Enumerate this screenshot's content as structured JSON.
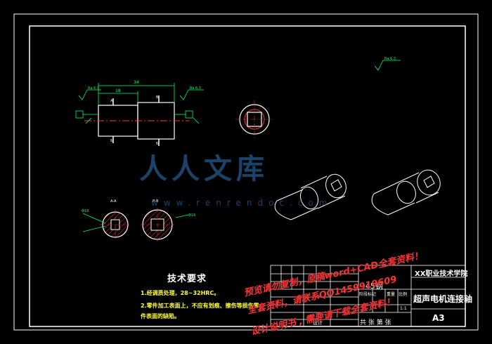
{
  "drawing": {
    "tech_requirements": {
      "title": "技术要求",
      "items": [
        "1.经调质处理，28~32HRC。",
        "2.零件加工表面上，不应有划痕、擦伤等损伤零",
        "件表面的缺陷。"
      ]
    },
    "title_block": {
      "material": "45钢",
      "school": "XX职业技术学院",
      "part_name": "超声电机连接轴",
      "sheet_size": "A3",
      "scale": "1:1",
      "col_labels": [
        "阶段标记",
        "重量",
        "比例"
      ],
      "row_label": "共  张  第  张",
      "designer_label": "设计"
    },
    "dimensions": {
      "overall_length": "34",
      "left_length": "18",
      "roughness_left": "Ra 6.3",
      "roughness_right": "Ra 6.3",
      "roughness_top": "Ra 6.3",
      "section_a": "A",
      "section_b": "B",
      "section_label_a": "A-A",
      "section_label_b": "B-B",
      "dia_1": "Φ18",
      "dia_2": "Φ16",
      "key_1": "6",
      "key_2": "6"
    },
    "logo": {
      "text": "人人文库",
      "url": "www.renrendoc.com"
    },
    "watermarks": [
      "预览请勿复制，原稿word+CAD全套资料！",
      "全套资料，请联系QQ1459919609",
      "设计说明书 , 需要请下载全套资料！"
    ]
  }
}
